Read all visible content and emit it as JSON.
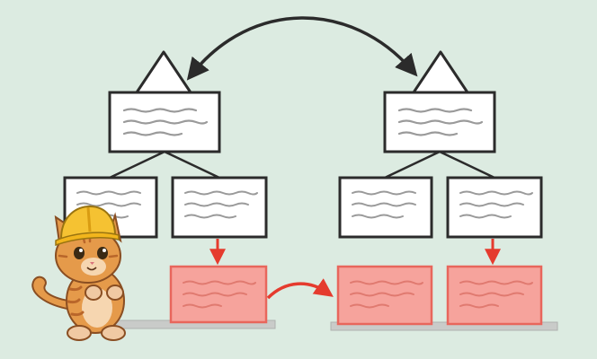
{
  "colors": {
    "background": "#dcebe1",
    "ink": "#2b2b2b",
    "box_fill": "#ffffff",
    "text_scribble": "#9a9a9a",
    "red_box_fill": "#f6a39c",
    "red_box_stroke": "#e8665c",
    "red_arrow": "#e53b2e",
    "shelf": "#c9cbc9",
    "cat_body": "#e59a4a",
    "cat_stripes": "#b9662a",
    "hard_hat": "#f5c232"
  },
  "icons": {
    "character": "cat-with-hard-hat-icon",
    "swap_arrow": "curved-double-arrow-icon",
    "transfer_arrow": "red-curved-arrow-icon"
  },
  "diagram": {
    "trees": [
      {
        "name": "left-tree",
        "children": 2,
        "bottom_blocks": 1
      },
      {
        "name": "right-tree",
        "children": 2,
        "bottom_blocks": 2
      }
    ]
  }
}
